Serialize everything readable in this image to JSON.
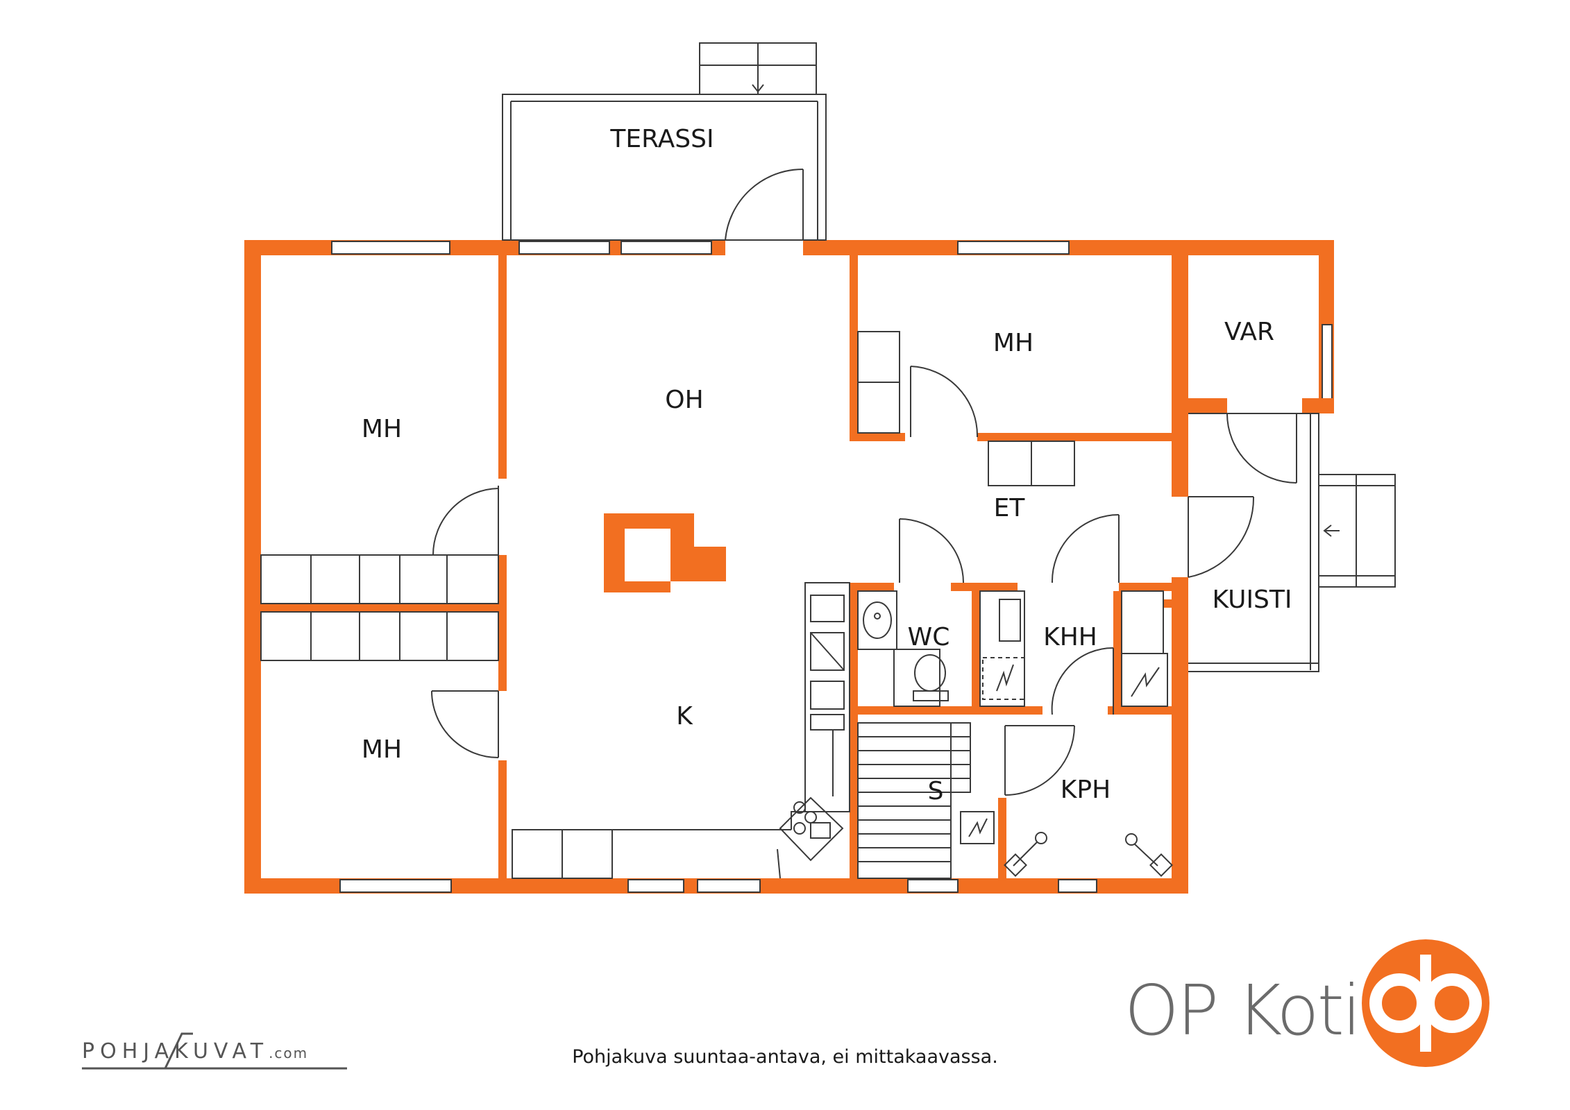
{
  "rooms": {
    "terassi": "TERASSI",
    "oh": "OH",
    "mh_top_left": "MH",
    "mh_bottom_left": "MH",
    "mh_top_right": "MH",
    "var": "VAR",
    "et": "ET",
    "kuisti": "KUISTI",
    "wc": "WC",
    "khh": "KHH",
    "k": "K",
    "s": "S",
    "kph": "KPH"
  },
  "footer": {
    "note": "Pohjakuva suuntaa-antava, ei mittakaavassa.",
    "maker": "POHJAKUVAT",
    "maker_suffix": ".com",
    "brand": "OP Koti"
  },
  "colors": {
    "wall": "#f26f21",
    "line": "#3a3a3a",
    "brand_grey": "#6b6b6b",
    "brand_orange": "#f26f21"
  },
  "icons": {
    "brand_logo": "op-logo-icon"
  }
}
